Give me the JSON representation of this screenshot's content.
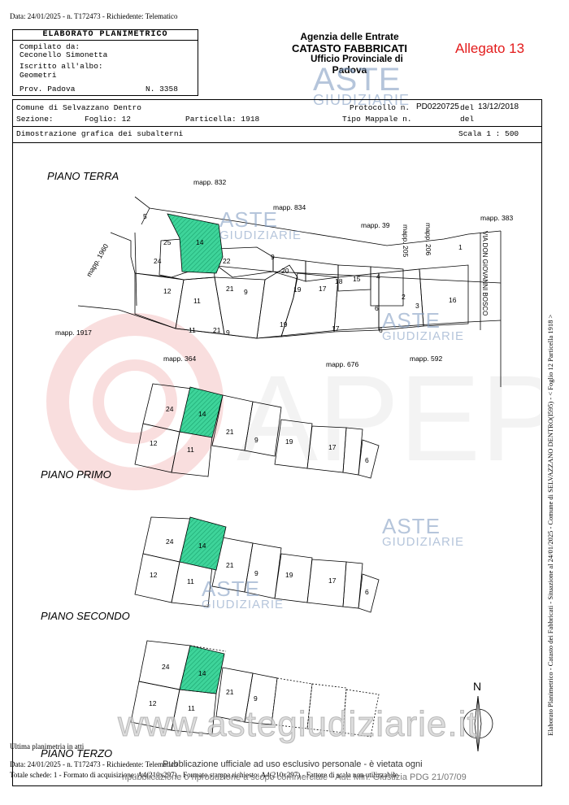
{
  "top_note": "Data: 24/01/2025 - n. T172473 - Richiedente: Telematico",
  "header_box": {
    "title": "ELABORATO PLANIMETRICO",
    "compilato_label": "Compilato da:",
    "compilato_name": "Ceconello Simonetta",
    "iscritto_label": "Iscritto all'albo:",
    "albo": "Geometri",
    "prov": "Prov. Padova",
    "number": "N. 3358"
  },
  "agency": {
    "line1": "Agenzia delle Entrate",
    "line2": "CATASTO FABBRICATI",
    "line3": "Ufficio Provinciale di",
    "line4": "Padova"
  },
  "allegato": "Allegato 13",
  "info": {
    "comune": "Comune di Selvazzano Dentro",
    "protocollo_label": "Protocollo n.",
    "protocollo": "PD0220725",
    "del_label": "del",
    "protocollo_date": "13/12/2018",
    "sezione_label": "Sezione:",
    "foglio": "Foglio: 12",
    "particella": "Particella: 1918",
    "tipo_mappale": "Tipo Mappale n.",
    "del2": "del",
    "dimostrazione": "Dimostrazione grafica dei subalterni",
    "scala": "Scala 1 : 500"
  },
  "plan": {
    "piano_terra": "PIANO TERRA",
    "piano_primo": "PIANO PRIMO",
    "piano_secondo": "PIANO SECONDO",
    "piano_terzo": "PIANO TERZO",
    "mapp_832": "mapp. 832",
    "mapp_834": "mapp. 834",
    "mapp_39": "mapp. 39",
    "mapp_205": "mapp. 205",
    "mapp_206": "mapp. 206",
    "mapp_383": "mapp. 383",
    "mapp_1960": "mapp. 1960",
    "mapp_1917": "mapp. 1917",
    "mapp_364": "mapp. 364",
    "mapp_676": "mapp. 676",
    "mapp_592": "mapp. 592",
    "via": "VIA DON GIOVANNI BOSCO",
    "north": "N",
    "sub": {
      "s1": "1",
      "s2": "2",
      "s3": "3",
      "s4": "4",
      "s5": "5",
      "s6": "6",
      "s9": "9",
      "s11": "11",
      "s12": "12",
      "s14": "14",
      "s15": "15",
      "s16": "16",
      "s17": "17",
      "s18": "18",
      "s19": "19",
      "s20": "20",
      "s21": "21",
      "s22": "22",
      "s24": "24",
      "s25": "25"
    }
  },
  "watermarks": {
    "aste": "ASTE",
    "giudiziarie": "GIUDIZIARIE",
    "apep": "APEP",
    "site": "www.astegiudiziarie.it"
  },
  "side_text": "Elaborato Planimetrico - Catasto dei Fabbricati - Situazione al 24/01/2025 - Comune di SELVAZZANO DENTRO(I595) - < Foglio 12 Particella 1918 >",
  "bottom": {
    "ultima": "Ultima planimetria in atti",
    "line1": "Data: 24/01/2025 - n. T172473 - Richiedente: Telematico",
    "line2": "Totale schede: 1 - Formato di acquisizione: A4(210x297) - Formato stampa richiesto: A4(210x297) - Fattore di scala non utilizzabile",
    "pub1": "Pubblicazione ufficiale ad uso esclusivo personale - è vietata ogni",
    "pub2": "ripubblicazione o riproduzione a scopo commerciale - Aut. Min. Giustizia PDG 21/07/09"
  }
}
